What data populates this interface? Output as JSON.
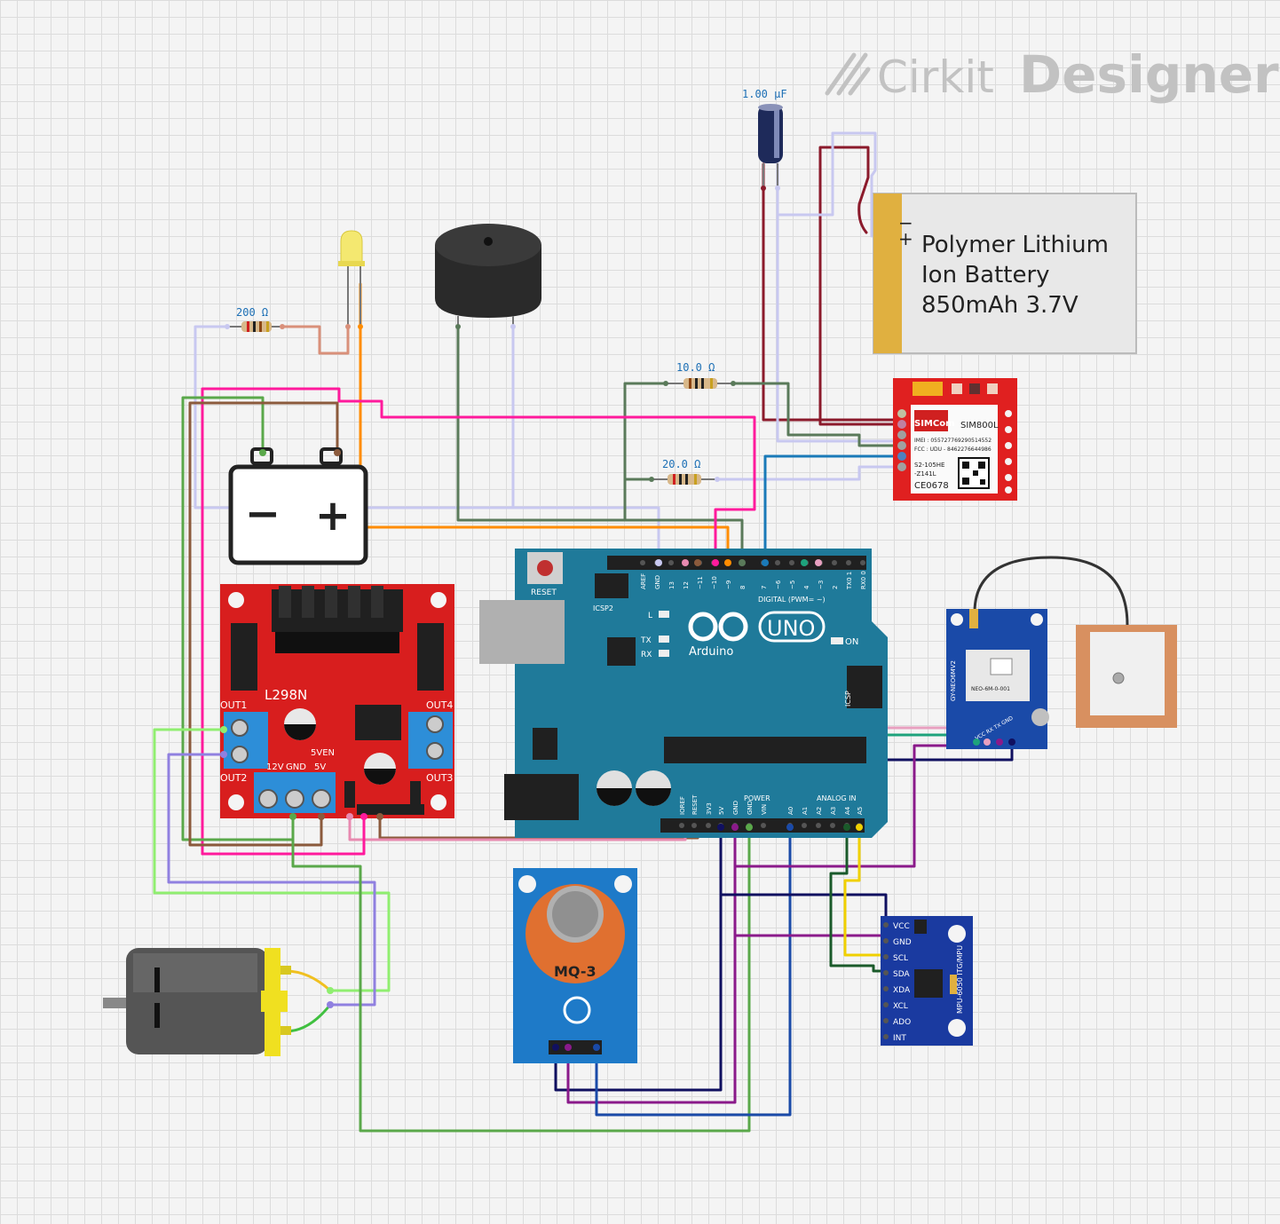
{
  "brand": {
    "name_light": "Cirkit",
    "name_bold": "Designer"
  },
  "capacitor": {
    "value": "1.00 µF"
  },
  "battery_lipo": {
    "line1": "Polymer Lithium",
    "line2": "Ion Battery",
    "line3": "850mAh 3.7V",
    "minus": "−",
    "plus": "+"
  },
  "resistors": [
    {
      "value": "200 Ω"
    },
    {
      "value": "10.0 Ω"
    },
    {
      "value": "20.0 Ω"
    }
  ],
  "battery_12v": {
    "minus": "−",
    "plus": "+"
  },
  "l298n": {
    "title": "L298N",
    "out1": "OUT1",
    "out2": "OUT2",
    "out3": "OUT3",
    "out4": "OUT4",
    "v12": "12V",
    "gnd": "GND",
    "v5": "5V",
    "sven": "5VEN"
  },
  "arduino": {
    "reset": "RESET",
    "icsp2": "ICSP2",
    "icsp": "ICSP",
    "brand": "Arduino",
    "model": "UNO",
    "on": "ON",
    "l": "L",
    "tx": "TX",
    "rx": "RX",
    "digital": "DIGITAL (PWM= ~)",
    "power": "POWER",
    "analog": "ANALOG IN",
    "top_pins": [
      "AREF",
      "GND",
      "13",
      "12",
      "~11",
      "~10",
      "~9",
      "8",
      "7",
      "~6",
      "~5",
      "4",
      "~3",
      "2",
      "TX0 1",
      "RX0 0"
    ],
    "bottom_pins": [
      "IOREF",
      "RESET",
      "3V3",
      "5V",
      "GND",
      "GND",
      "VIN",
      "A0",
      "A1",
      "A2",
      "A3",
      "A4",
      "A5"
    ]
  },
  "sim800l": {
    "brand": "SIMCom",
    "model": "SIM800L",
    "imei": "IMEI : 055727769290514552",
    "fcc": "FCC : UDU - 8462276644986",
    "code1": "S2-105HE",
    "code2": "-Z141L",
    "ce": "CE0678"
  },
  "gps": {
    "label": "GY-NEO6MV2",
    "module": "NEO-6M-0-001",
    "pins": "VCC RX TX GND"
  },
  "mq3": {
    "label": "MQ-3"
  },
  "mpu6050": {
    "label": "MPU-6050 ITG/MPU",
    "pins": [
      "VCC",
      "GND",
      "SCL",
      "SDA",
      "XDA",
      "XCL",
      "ADO",
      "INT"
    ]
  }
}
